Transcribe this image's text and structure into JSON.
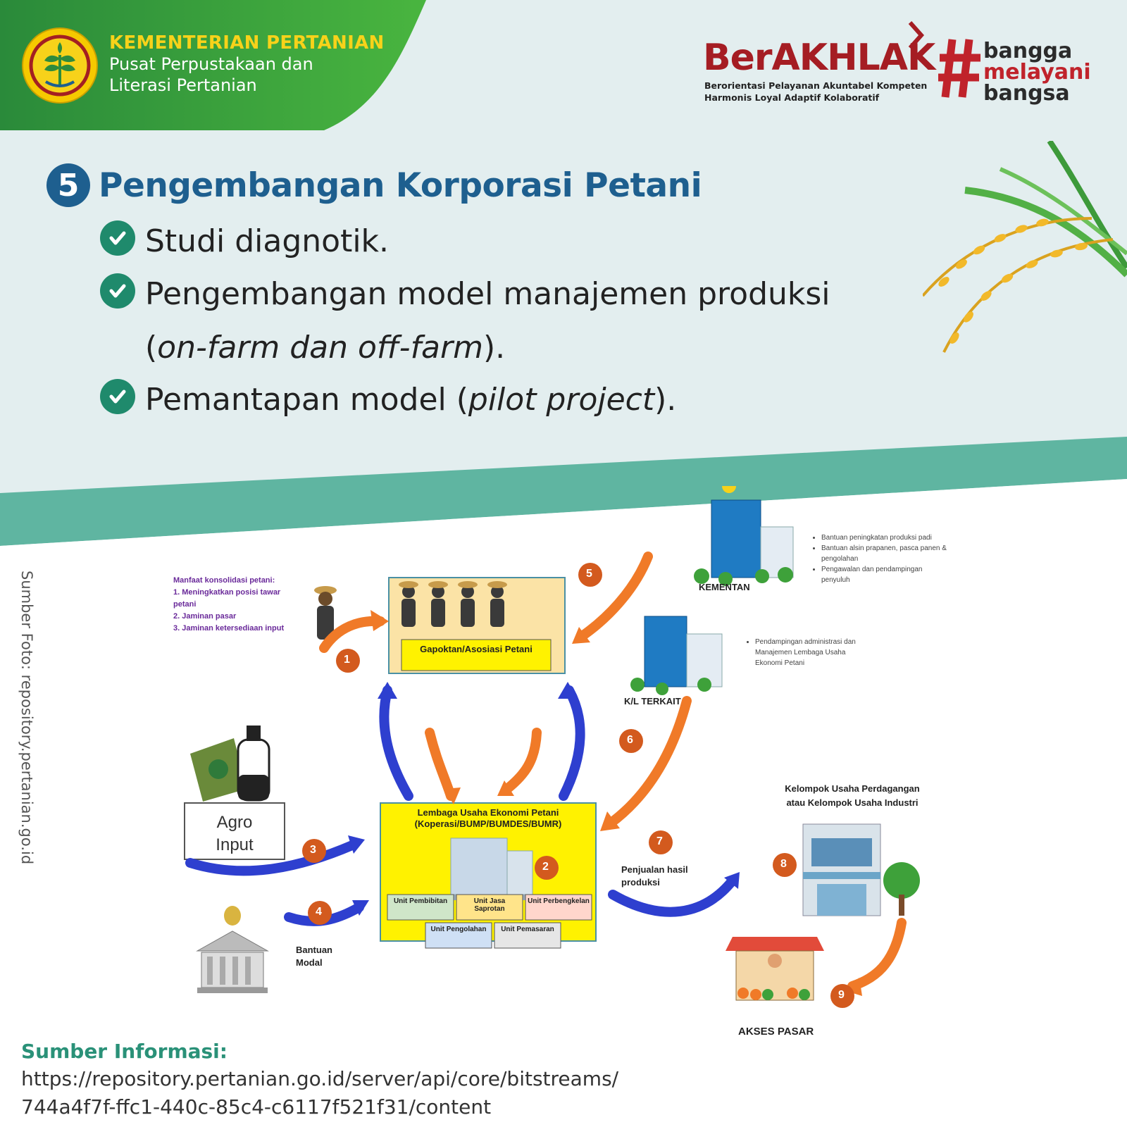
{
  "header": {
    "ministry_line1": "KEMENTERIAN PERTANIAN",
    "ministry_line2": "Pusat Perpustakaan dan",
    "ministry_line3": "Literasi Pertanian",
    "berakhlak_word": "BerAKHLAK",
    "berakhlak_line1": "Berorientasi Pelayanan Akuntabel Kompeten",
    "berakhlak_line2": "Harmonis Loyal Adaptif Kolaboratif",
    "bangga_1": "bangga",
    "bangga_2": "melayani",
    "bangga_3": "bangsa"
  },
  "main": {
    "number": "5",
    "title": "Pengembangan Korporasi Petani",
    "bullets": {
      "b1": "Studi diagnotik.",
      "b2_a": "Pengembangan model manajemen produksi",
      "b2_open": "(",
      "b2_italic": "on-farm dan off-farm",
      "b2_close": ").",
      "b3_a": "Pemantapan model (",
      "b3_italic": "pilot project",
      "b3_close": ")."
    }
  },
  "photo_credit": "Sumber Foto: repository.pertanian.go.id",
  "diagram": {
    "manfaat_title": "Manfaat konsolidasi petani:",
    "manfaat_1": "1. Meningkatkan posisi tawar petani",
    "manfaat_2": "2. Jaminan pasar",
    "manfaat_3": "3. Jaminan ketersediaan input",
    "gapoktan": "Gapoktan/Asosiasi Petani",
    "lembaga_1": "Lembaga Usaha Ekonomi Petani",
    "lembaga_2": "(Koperasi/BUMP/BUMDES/BUMR)",
    "unit_pembibitan": "Unit Pembibitan",
    "unit_jasa": "Unit Jasa Saprotan",
    "unit_perbengkelan": "Unit Perbengkelan",
    "unit_pengolahan": "Unit Pengolahan",
    "unit_pemasaran": "Unit Pemasaran",
    "agro_input_1": "Agro",
    "agro_input_2": "Input",
    "bantuan_modal_1": "Bantuan",
    "bantuan_modal_2": "Modal",
    "kementan": "KEMENTAN",
    "kementan_b1": "Bantuan peningkatan produksi padi",
    "kementan_b2": "Bantuan alsin prapanen, pasca panen & pengolahan",
    "kementan_b3": "Pengawalan dan pendampingan penyuluh",
    "kl_terkait": "K/L TERKAIT",
    "kl_b1": "Pendampingan administrasi dan Manajemen Lembaga Usaha Ekonomi Petani",
    "kelompok_1": "Kelompok Usaha Perdagangan",
    "kelompok_2": "atau Kelompok Usaha Industri",
    "penjualan_1": "Penjualan hasil",
    "penjualan_2": "produksi",
    "akses_pasar": "AKSES PASAR",
    "steps": [
      "1",
      "2",
      "3",
      "4",
      "5",
      "6",
      "7",
      "8",
      "9"
    ]
  },
  "source": {
    "title": "Sumber Informasi:",
    "url_1": "https://repository.pertanian.go.id/server/api/core/bitstreams/",
    "url_2": "744a4f7f-ffc1-440c-85c4-c6117f521f31/content"
  },
  "colors": {
    "green_dark": "#2f8b3c",
    "green_light": "#46b03d",
    "teal": "#5fb5a1",
    "blue_title": "#1e5f8f",
    "check_green": "#1f8a6c",
    "berakhlak_red": "#a51d23",
    "arrow_orange": "#f07a28",
    "arrow_blue": "#2e3fcf",
    "box_yellow": "#fff200",
    "gapoktan_bg": "#fbe3a6"
  }
}
